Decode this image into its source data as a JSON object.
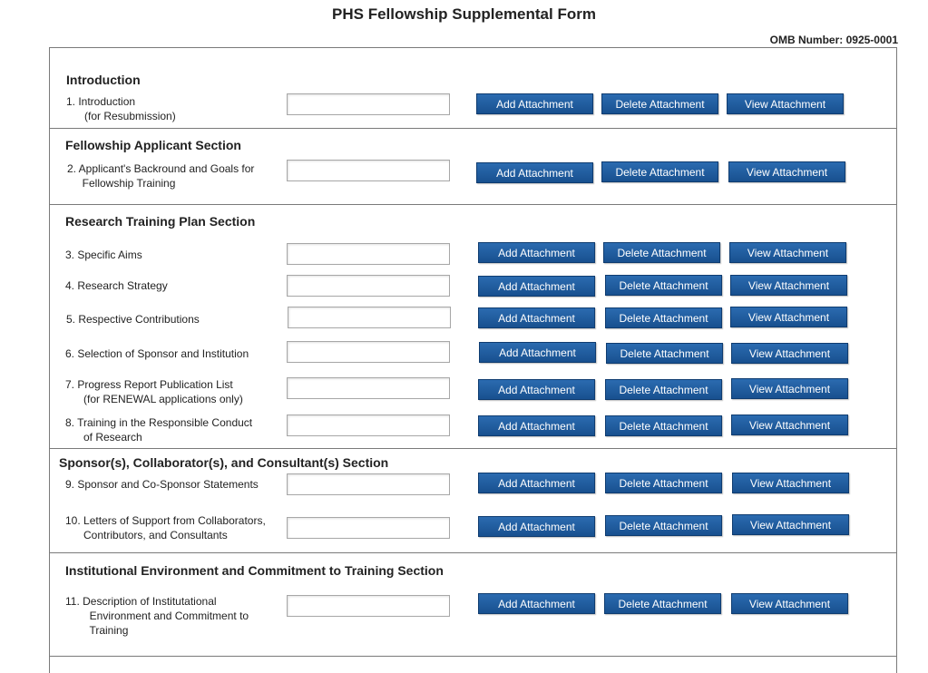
{
  "title": "PHS Fellowship Supplemental Form",
  "omb": "OMB Number: 0925-0001",
  "buttons": {
    "add": "Add Attachment",
    "delete": "Delete Attachment",
    "view": "View Attachment"
  },
  "sections": [
    {
      "title": "Introduction"
    },
    {
      "title": "Fellowship Applicant Section"
    },
    {
      "title": "Research Training Plan Section"
    },
    {
      "title": "Sponsor(s), Collaborator(s), and Consultant(s) Section"
    },
    {
      "title": "Institutional Environment and Commitment to Training Section"
    }
  ],
  "items": [
    {
      "label": "1. Introduction\n      (for Resubmission)"
    },
    {
      "label": "2. Applicant's Backround and Goals for\n     Fellowship Training"
    },
    {
      "label": "3. Specific Aims"
    },
    {
      "label": "4. Research Strategy"
    },
    {
      "label": "5. Respective Contributions"
    },
    {
      "label": "6. Selection of Sponsor and Institution"
    },
    {
      "label": "7. Progress Report Publication List\n      (for RENEWAL applications only)"
    },
    {
      "label": "8. Training in the Responsible Conduct\n      of Research"
    },
    {
      "label": "9. Sponsor and Co-Sponsor Statements"
    },
    {
      "label": "10. Letters of Support from Collaborators,\n      Contributors, and Consultants"
    },
    {
      "label": "11. Description of Institutational\n        Environment and Commitment to\n        Training"
    }
  ]
}
